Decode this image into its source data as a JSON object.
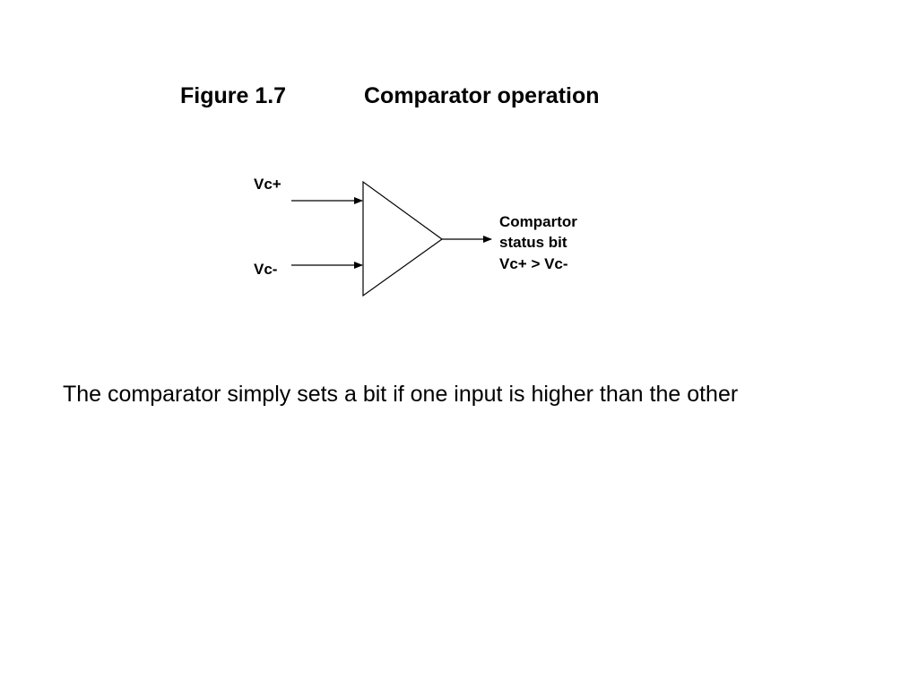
{
  "figure": {
    "number": "Figure 1.7",
    "title": "Comparator operation"
  },
  "diagram": {
    "input_plus_label": "Vc+",
    "input_minus_label": "Vc-",
    "output_label_lines": [
      "Compartor",
      "status bit",
      "Vc+ > Vc-"
    ]
  },
  "caption": "The comparator simply sets a bit if one input is higher than the other",
  "colors": {
    "stroke": "#000000",
    "text": "#000000",
    "background": "#ffffff"
  }
}
